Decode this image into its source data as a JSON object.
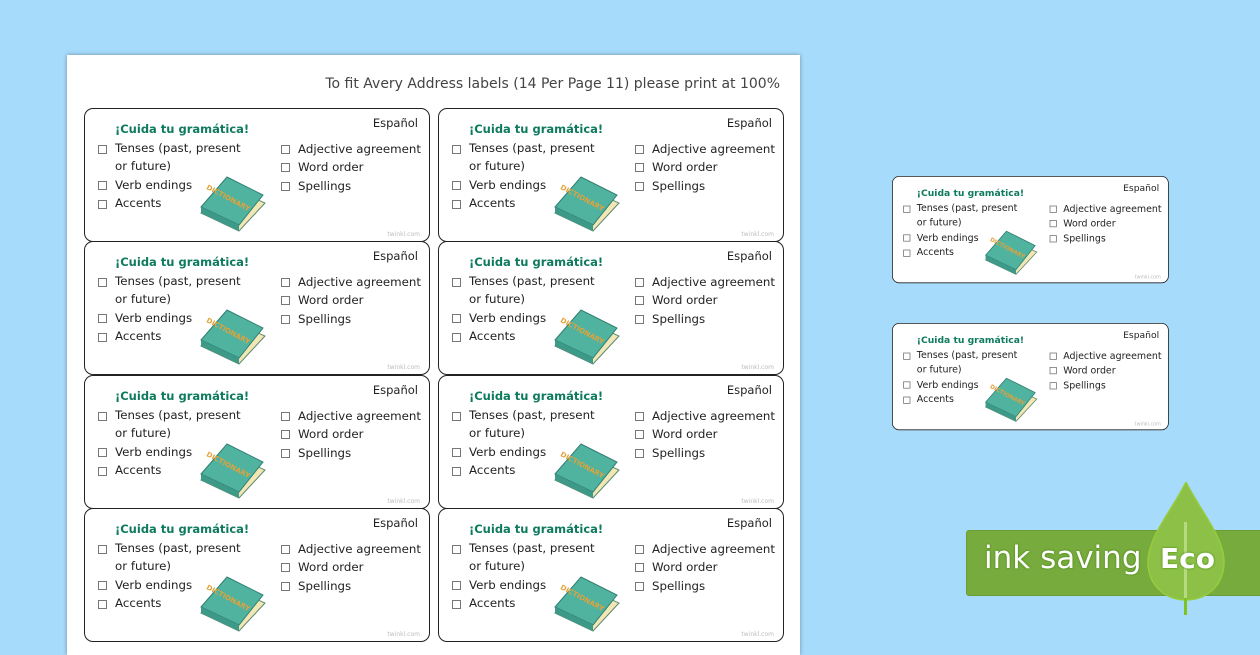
{
  "sheet": {
    "note": "To fit Avery Address labels (14 Per Page 11) please print at 100%"
  },
  "label": {
    "title": "¡Cuida tu gramática!",
    "language": "Español",
    "col1": [
      "Tenses (past, present",
      "or future)",
      "Verb endings",
      "Accents"
    ],
    "col2": [
      "Adjective agreement",
      "Word order",
      "Spellings"
    ],
    "book_text": "DICTIONARY",
    "brand": "twinkl.com"
  },
  "eco": {
    "text": "ink saving",
    "badge": "Eco"
  },
  "colors": {
    "background": "#a6dbfb",
    "title": "#0e7a5e",
    "eco": "#78ab3d"
  }
}
